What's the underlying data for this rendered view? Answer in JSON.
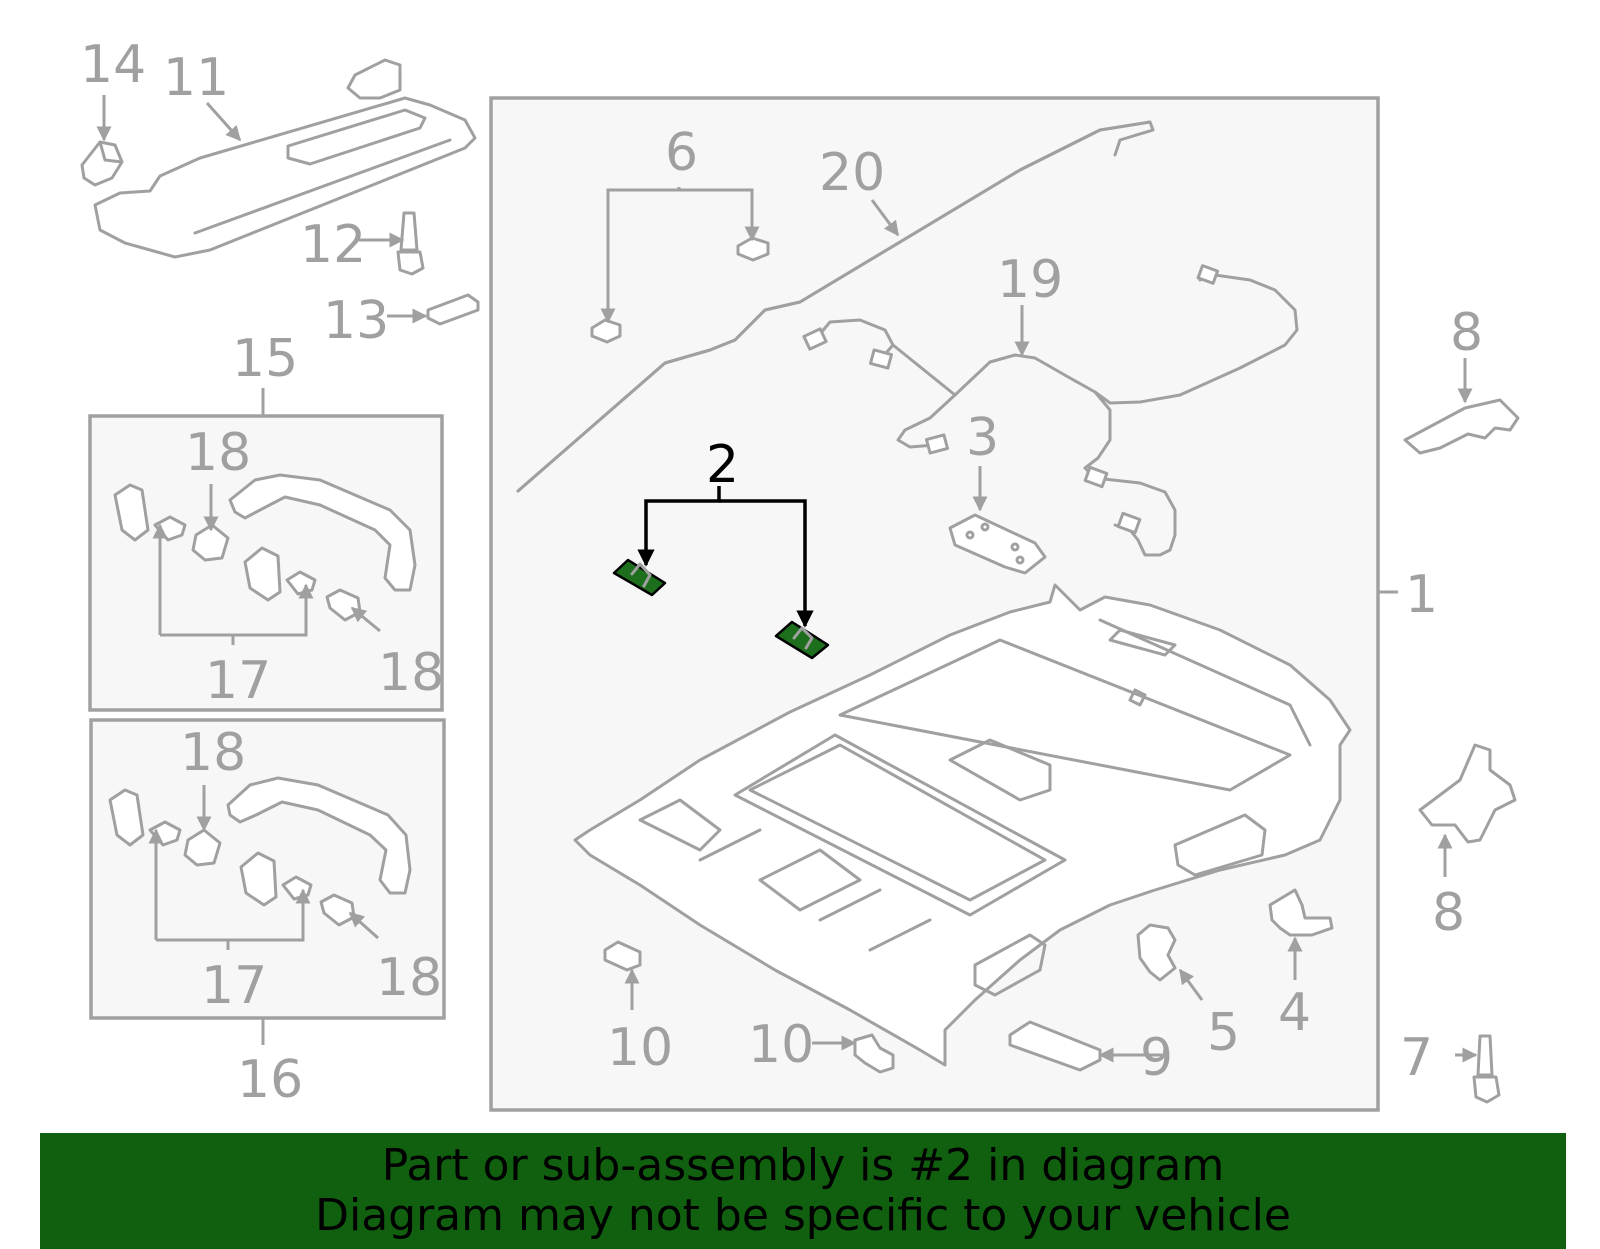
{
  "callouts": {
    "c1": "1",
    "c2": "2",
    "c3": "3",
    "c4": "4",
    "c5": "5",
    "c6": "6",
    "c7": "7",
    "c8a": "8",
    "c8b": "8",
    "c9": "9",
    "c10a": "10",
    "c10b": "10",
    "c11": "11",
    "c12": "12",
    "c13": "13",
    "c14": "14",
    "c15": "15",
    "c16": "16",
    "c17a": "17",
    "c17b": "17",
    "c18a": "18",
    "c18b": "18",
    "c18c": "18",
    "c18d": "18",
    "c19": "19",
    "c20": "20"
  },
  "banner": {
    "line1": "Part or sub-assembly is #2 in diagram",
    "line2": "Diagram may not be specific to your vehicle"
  },
  "colors": {
    "highlight": "#1d6e1d",
    "banner_bg": "#106010",
    "part_stroke": "#a0a0a0"
  }
}
